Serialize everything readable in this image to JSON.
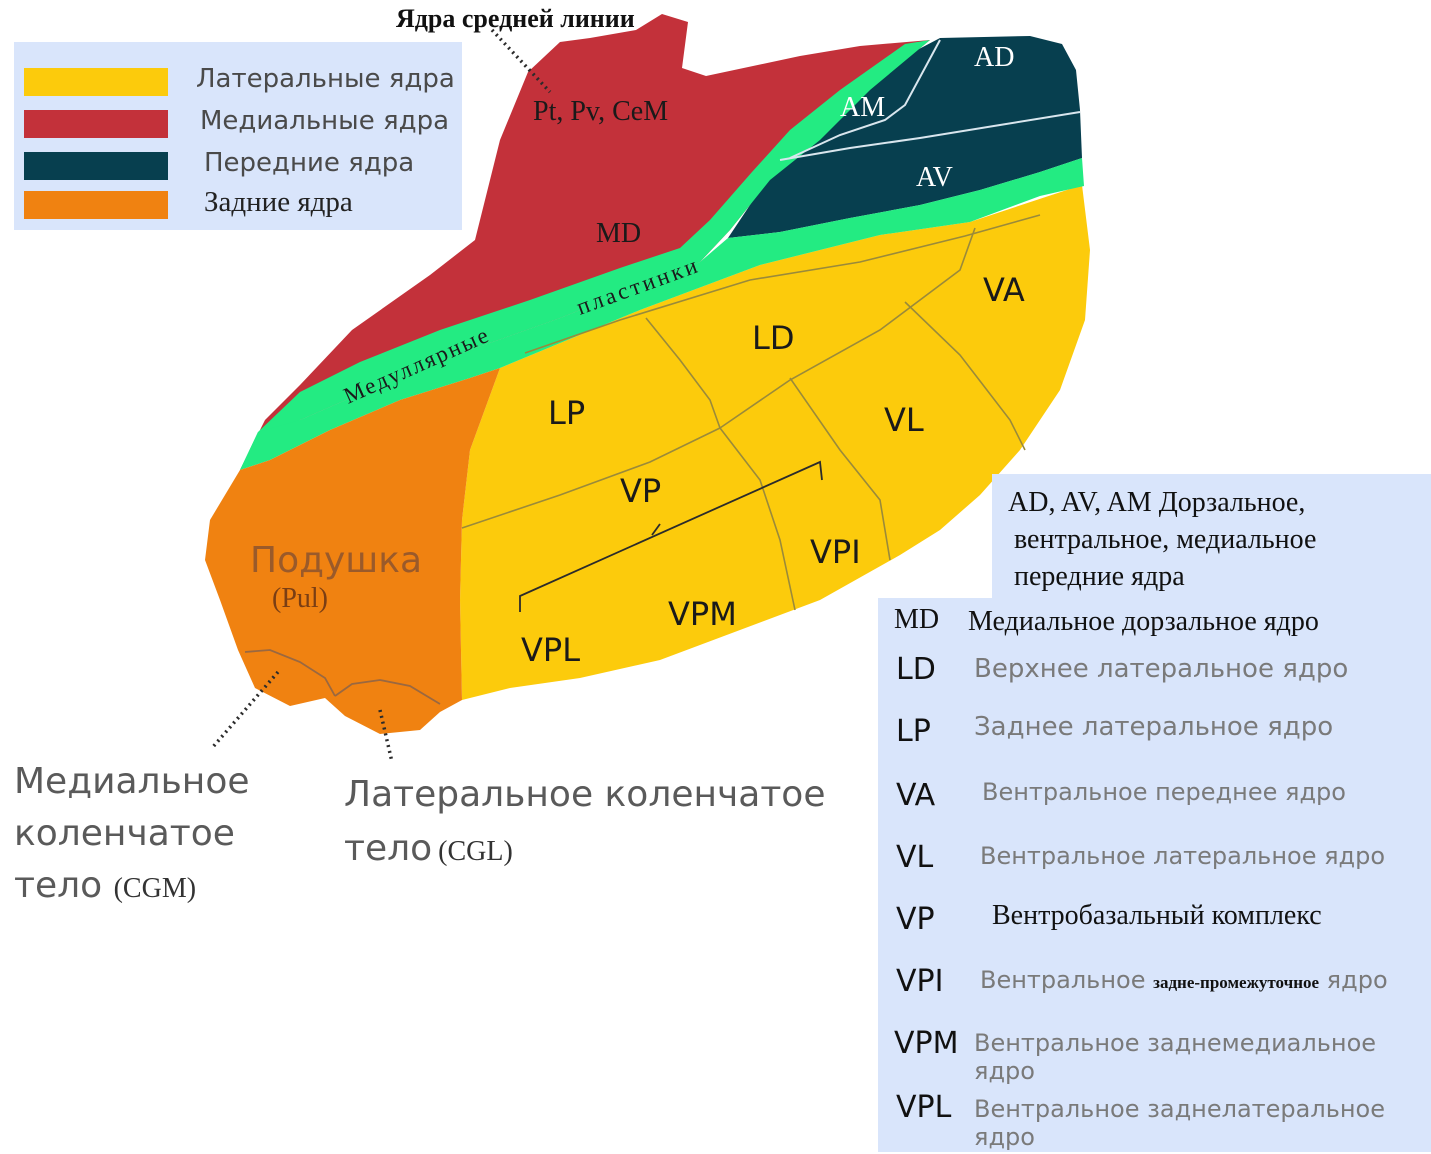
{
  "midline": {
    "title": "Ядра средней линии",
    "nuclei": "Pt, Pv, CeM"
  },
  "legend": {
    "items": [
      {
        "label": "Латеральные ядра",
        "color": "#fccb0c"
      },
      {
        "label": "Медиальные ядра",
        "color": "#c3313a"
      },
      {
        "label": "Передние ядра",
        "color": "#073f4f"
      },
      {
        "label": "Задние ядра",
        "color": "#f08211"
      }
    ]
  },
  "colors": {
    "lamina": "#23eb82",
    "divider": "#9a8a3a",
    "panel": "#d9e5fb"
  },
  "regions": {
    "AD": "AD",
    "AM": "AM",
    "AV": "AV",
    "MD": "MD",
    "LD": "LD",
    "VA": "VA",
    "LP": "LP",
    "VL": "VL",
    "VP": "VP",
    "VPI": "VPI",
    "VPM": "VPM",
    "VPL": "VPL",
    "pulvinar": "Подушка",
    "pulvinar_abbr": "(Pul)"
  },
  "lamina_label": {
    "part1": "Медуллярные",
    "part2": "пластинки"
  },
  "bodies": {
    "medial": {
      "line1": "Медиальное",
      "line2": "коленчатое",
      "line3": "тело",
      "abbr": "(CGM)"
    },
    "lateral": {
      "line1": "Латеральное коленчатое",
      "line2": "тело",
      "abbr": "(CGL)"
    }
  },
  "glossary": {
    "anterior": {
      "line1": "AD, AV, AM Дорзальное,",
      "line2": "вентральное, медиальное",
      "line3": "передние ядра"
    },
    "entries": [
      {
        "abbr": "MD",
        "desc": "Медиальное дорзальное ядро"
      },
      {
        "abbr": "LD",
        "desc": "Верхнее латеральное ядро"
      },
      {
        "abbr": "LP",
        "desc": "Заднее латеральное ядро"
      },
      {
        "abbr": "VA",
        "desc": "Вентральное переднее ядро"
      },
      {
        "abbr": "VL",
        "desc": "Вентральное латеральное ядро"
      },
      {
        "abbr": "VP",
        "desc": "Вентробазальный комплекс"
      },
      {
        "abbr": "VPI",
        "desc_a": "Вентральное ",
        "desc_b": "задне-промежуточное",
        "desc_c": " ядро"
      },
      {
        "abbr": "VPM",
        "desc": "Вентральное заднемедиальное",
        "desc2": "ядро"
      },
      {
        "abbr": "VPL",
        "desc": "Вентральное заднелатеральное",
        "desc2": "ядро"
      }
    ]
  }
}
